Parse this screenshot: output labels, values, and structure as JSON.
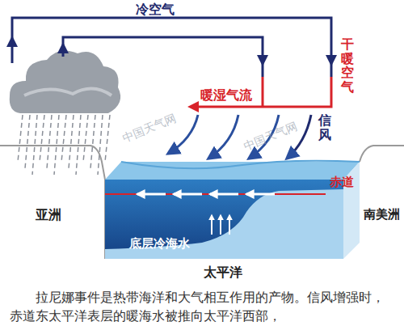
{
  "diagram": {
    "caption": "拉尼娜事件是热带海洋和大气相互作用的产物。信风增强时，赤道东太平洋表层的暖海水被推向太平洋西部，",
    "labels": [
      "冷空气",
      "干暖空气",
      "暖湿气流",
      "信风",
      "赤道",
      "亚洲",
      "南美洲",
      "底层冷海水",
      "太平洋",
      "中国天气网",
      "中国天气网"
    ]
  }
}
